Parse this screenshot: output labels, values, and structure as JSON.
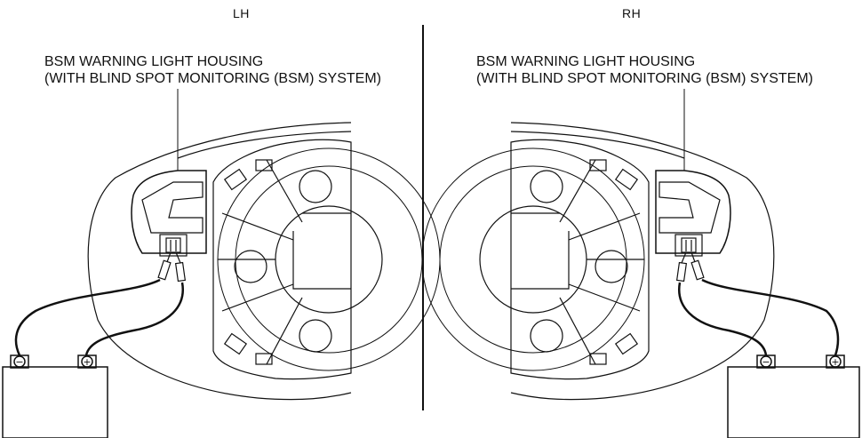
{
  "left_panel": {
    "side_label": "LH",
    "callout_line1": "BSM WARNING LIGHT HOUSING",
    "callout_line2": "(WITH BLIND SPOT MONITORING (BSM) SYSTEM)",
    "battery": {
      "negative_symbol": "−",
      "positive_symbol": "+"
    }
  },
  "right_panel": {
    "side_label": "RH",
    "callout_line1": "BSM WARNING LIGHT HOUSING",
    "callout_line2": "(WITH BLIND SPOT MONITORING (BSM) SYSTEM)",
    "battery": {
      "negative_symbol": "−",
      "positive_symbol": "+"
    }
  }
}
